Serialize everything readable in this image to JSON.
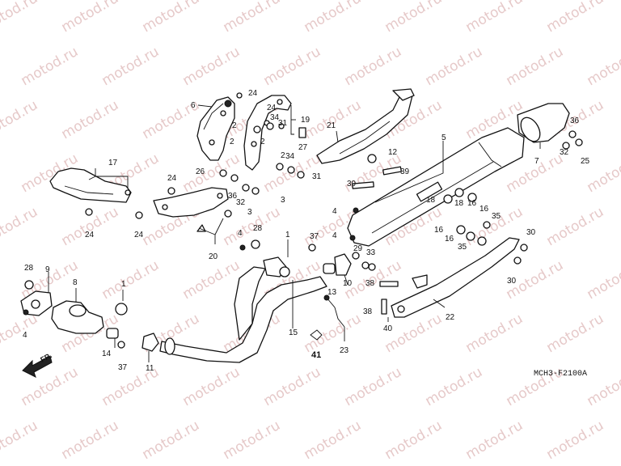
{
  "watermark": "motod.ru",
  "diagram_code": "MCH3-F2100A",
  "front_marker": "FR.",
  "callouts": [
    {
      "id": "c1",
      "label": "6"
    },
    {
      "id": "c2",
      "label": "24"
    },
    {
      "id": "c3",
      "label": "2"
    },
    {
      "id": "c4",
      "label": "24"
    },
    {
      "id": "c5",
      "label": "34"
    },
    {
      "id": "c6",
      "label": "31"
    },
    {
      "id": "c7",
      "label": "19"
    },
    {
      "id": "c8",
      "label": "2"
    },
    {
      "id": "c9",
      "label": "2"
    },
    {
      "id": "c10",
      "label": "27"
    },
    {
      "id": "c11",
      "label": "2"
    },
    {
      "id": "c12",
      "label": "34"
    },
    {
      "id": "c13",
      "label": "31"
    },
    {
      "id": "c14",
      "label": "26"
    },
    {
      "id": "c15",
      "label": "36"
    },
    {
      "id": "c16",
      "label": "32"
    },
    {
      "id": "c17",
      "label": "3"
    },
    {
      "id": "c18",
      "label": "3"
    },
    {
      "id": "c19",
      "label": "17"
    },
    {
      "id": "c20",
      "label": "24"
    },
    {
      "id": "c21",
      "label": "24"
    },
    {
      "id": "c22",
      "label": "24"
    },
    {
      "id": "c23",
      "label": "20"
    },
    {
      "id": "c24",
      "label": "4"
    },
    {
      "id": "c25",
      "label": "28"
    },
    {
      "id": "c26",
      "label": "21"
    },
    {
      "id": "c27",
      "label": "12"
    },
    {
      "id": "c28",
      "label": "39"
    },
    {
      "id": "c29",
      "label": "39"
    },
    {
      "id": "c30",
      "label": "5"
    },
    {
      "id": "c31",
      "label": "7"
    },
    {
      "id": "c32",
      "label": "36"
    },
    {
      "id": "c33",
      "label": "32"
    },
    {
      "id": "c34",
      "label": "25"
    },
    {
      "id": "c35",
      "label": "4"
    },
    {
      "id": "c36",
      "label": "4"
    },
    {
      "id": "c37",
      "label": "18"
    },
    {
      "id": "c38",
      "label": "16"
    },
    {
      "id": "c39",
      "label": "16"
    },
    {
      "id": "c40",
      "label": "18"
    },
    {
      "id": "c41",
      "label": "35"
    },
    {
      "id": "c42",
      "label": "16"
    },
    {
      "id": "c43",
      "label": "16"
    },
    {
      "id": "c44",
      "label": "35"
    },
    {
      "id": "c45",
      "label": "30"
    },
    {
      "id": "c46",
      "label": "30"
    },
    {
      "id": "c47",
      "label": "37"
    },
    {
      "id": "c48",
      "label": "29"
    },
    {
      "id": "c49",
      "label": "33"
    },
    {
      "id": "c50",
      "label": "10"
    },
    {
      "id": "c51",
      "label": "1"
    },
    {
      "id": "c52",
      "label": "13"
    },
    {
      "id": "c53",
      "label": "38"
    },
    {
      "id": "c54",
      "label": "38"
    },
    {
      "id": "c55",
      "label": "40"
    },
    {
      "id": "c56",
      "label": "22"
    },
    {
      "id": "c57",
      "label": "15"
    },
    {
      "id": "c58",
      "label": "41"
    },
    {
      "id": "c59",
      "label": "23"
    },
    {
      "id": "c60",
      "label": "28"
    },
    {
      "id": "c61",
      "label": "9"
    },
    {
      "id": "c62",
      "label": "8"
    },
    {
      "id": "c63",
      "label": "1"
    },
    {
      "id": "c64",
      "label": "4"
    },
    {
      "id": "c65",
      "label": "14"
    },
    {
      "id": "c66",
      "label": "37"
    },
    {
      "id": "c67",
      "label": "11"
    }
  ]
}
